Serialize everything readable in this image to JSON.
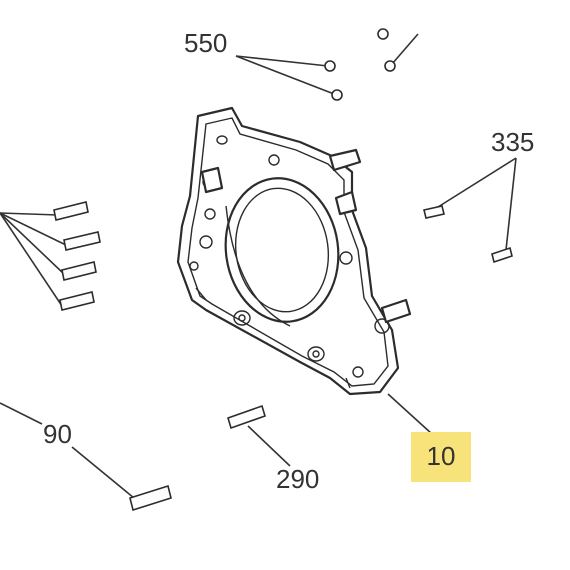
{
  "callouts": {
    "c550": "550",
    "c335": "335",
    "c90": "90",
    "c290": "290",
    "c10": "10"
  },
  "colors": {
    "highlight": "#f8e27a",
    "line": "#333333"
  }
}
